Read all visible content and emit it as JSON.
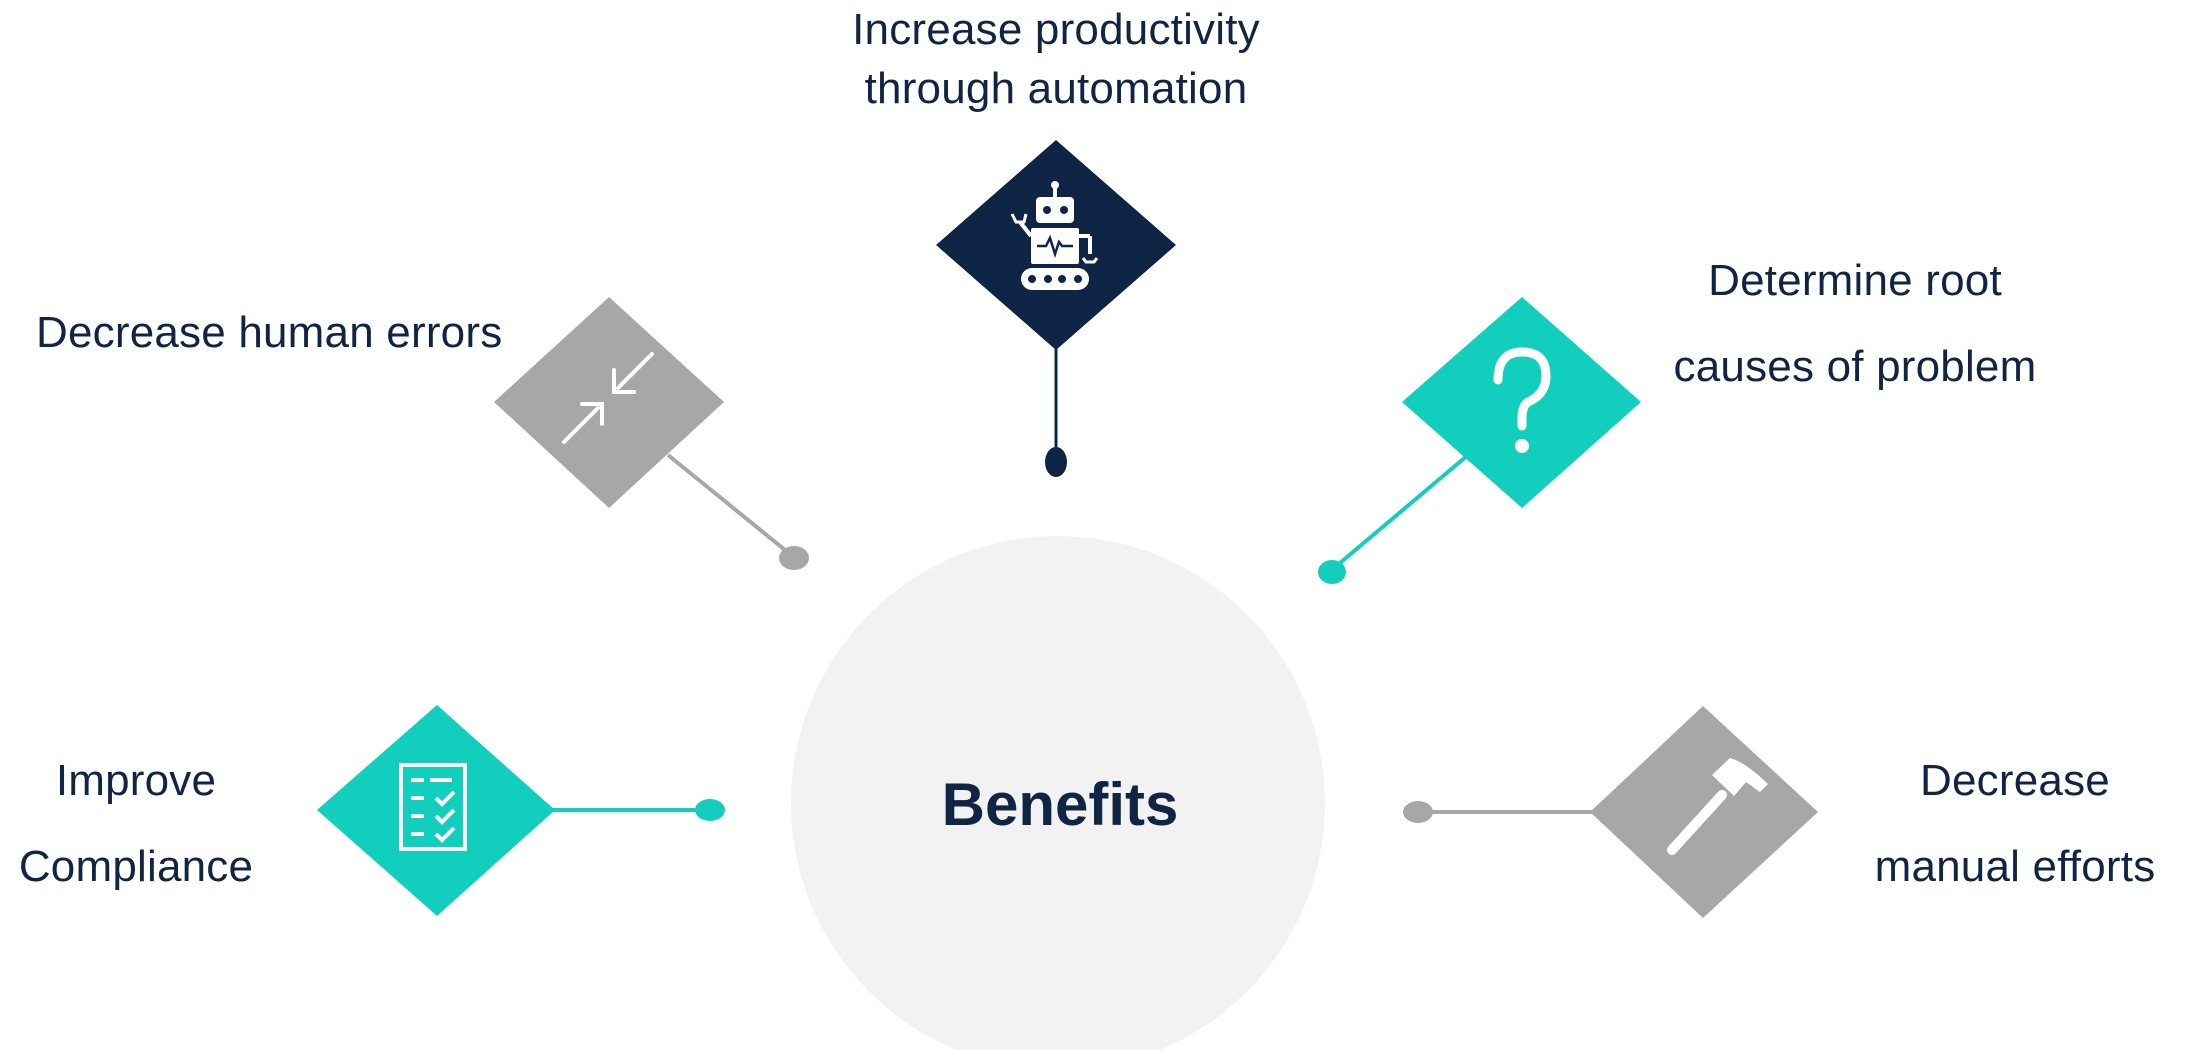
{
  "center": {
    "title": "Benefits"
  },
  "benefits": {
    "automation": {
      "line1": "Increase productivity",
      "line2": "through automation",
      "icon": "robot-icon"
    },
    "errors": {
      "line1": "Decrease human errors",
      "icon": "minimize-arrows-icon"
    },
    "root_cause": {
      "line1": "Determine root",
      "line2": "causes of problem",
      "icon": "question-mark-icon"
    },
    "compliance": {
      "line1": "Improve",
      "line2": "Compliance",
      "icon": "checklist-icon"
    },
    "manual": {
      "line1": "Decrease",
      "line2": "manual efforts",
      "icon": "hammer-icon"
    }
  },
  "colors": {
    "navy": "#0f2545",
    "teal": "#12cfbd",
    "gray": "#a7a7a7",
    "circle": "#f2f2f2",
    "text": "#102544"
  }
}
